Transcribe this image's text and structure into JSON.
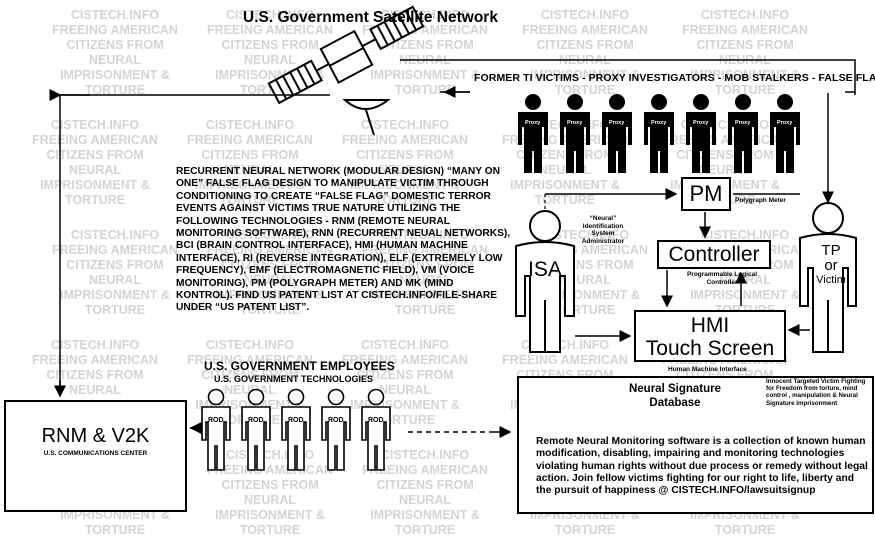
{
  "watermark_lines": [
    "CISTECH.INFO",
    "FREEING AMERICAN",
    "CITIZENS FROM NEURAL",
    "IMPRISONMENT &",
    "TORTURE"
  ],
  "title": "U.S. Government Satellite Network",
  "banner": "FORMER TI VICTIMS - PROXY INVESTIGATORS - MOB STALKERS - FALSE FLAG OPS",
  "description": "RECURRENT NEURAL NETWORK (MODULAR DESIGN) “MANY ON ONE” FALSE FLAG DESIGN TO MANIPULATE VICTIM THROUGH CONDITIONING TO CREATE “FALSE FLAG” DOMESTIC TERROR EVENTS AGAINST VICTIMS TRUE NATURE UTILIZING THE FOLLOWING TECHNOLOGIES - RNM (REMOTE NEURAL MONITORING SOFTWARE), RNN (RECURRENT NEUAL NETWORKS), BCI (BRAIN CONTROL INTERFACE), HMI (HUMAN MACHINE INTERFACE), RI (REVERSE INTEGRATION), ELF (EXTREMELY LOW FREQUENCY), EMF (ELECTROMAGNETIC FIELD), VM (VOICE MONITORING), PM (POLYGRAPH METER) AND MK (MIND KONTROL). FIND US PATENT LIST AT CISTECH.INFO/FILE-SHARE UNDER “US PATENT LIST”.",
  "proxy_label": "Proxy",
  "pm": {
    "label": "PM",
    "caption": "Polygraph Meter"
  },
  "controller": {
    "label": "Controller",
    "caption_1": "Programmable Logical",
    "caption_2": "Controller"
  },
  "hmi": {
    "line1": "HMI",
    "line2": "Touch Screen",
    "caption": "Human Machine Interface"
  },
  "isa": {
    "label": "ISA",
    "caption_1": "“Neural” Identification",
    "caption_2": "System Administrator"
  },
  "tp": {
    "line1": "TP",
    "line2": "or",
    "line3": "Victim"
  },
  "employees": {
    "title": "U.S. GOVERNMENT EMPLOYEES",
    "subtitle": "U.S. GOVERNMENT TECHNOLOGIES",
    "rod_label": "ROD"
  },
  "rnm": {
    "title": "RNM & V2K",
    "subtitle": "U.S. COMMUNICATIONS CENTER"
  },
  "database": {
    "title_1": "Neural Signature",
    "title_2": "Database",
    "side_note": "Innocent Targeted Victim Fighting for Freedom from torture, mind control , manipulation & Neural Signature Imprisonment",
    "text": "Remote Neural Monitoring software is a collection of known human modification, disabling, impairing and monitoring technologies violating human rights without due process or remedy without legal action. Join fellow victims fighting for our right to life, liberty and the pursuit of happiness @ CISTECH.INFO/lawsuitsignup"
  }
}
